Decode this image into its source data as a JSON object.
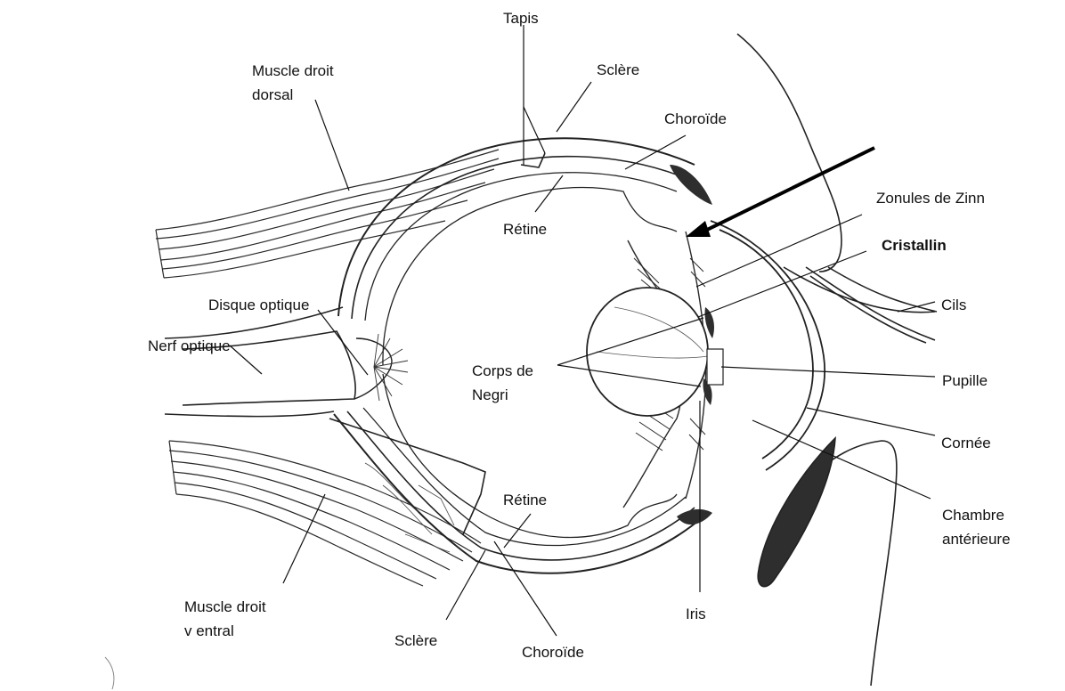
{
  "labels": {
    "tapis": "Tapis",
    "sclere_top": "Sclère",
    "choroide_top": "Choroïde",
    "muscle_dorsal_1": "Muscle droit",
    "muscle_dorsal_2": "dorsal",
    "retine_top": "Rétine",
    "zonules": "Zonules de Zinn",
    "cristallin": "Cristallin",
    "disque": "Disque optique",
    "cils": "Cils",
    "nerf": "Nerf optique",
    "corps_1": "Corps de",
    "corps_2": "Negri",
    "pupille": "Pupille",
    "cornee": "Cornée",
    "retine_bottom": "Rétine",
    "chambre_1": "Chambre",
    "chambre_2": "antérieure",
    "muscle_ventral_1": "Muscle droit",
    "muscle_ventral_2": "v entral",
    "iris": "Iris",
    "sclere_bottom": "Sclère",
    "choroide_bottom": "Choroïde"
  }
}
